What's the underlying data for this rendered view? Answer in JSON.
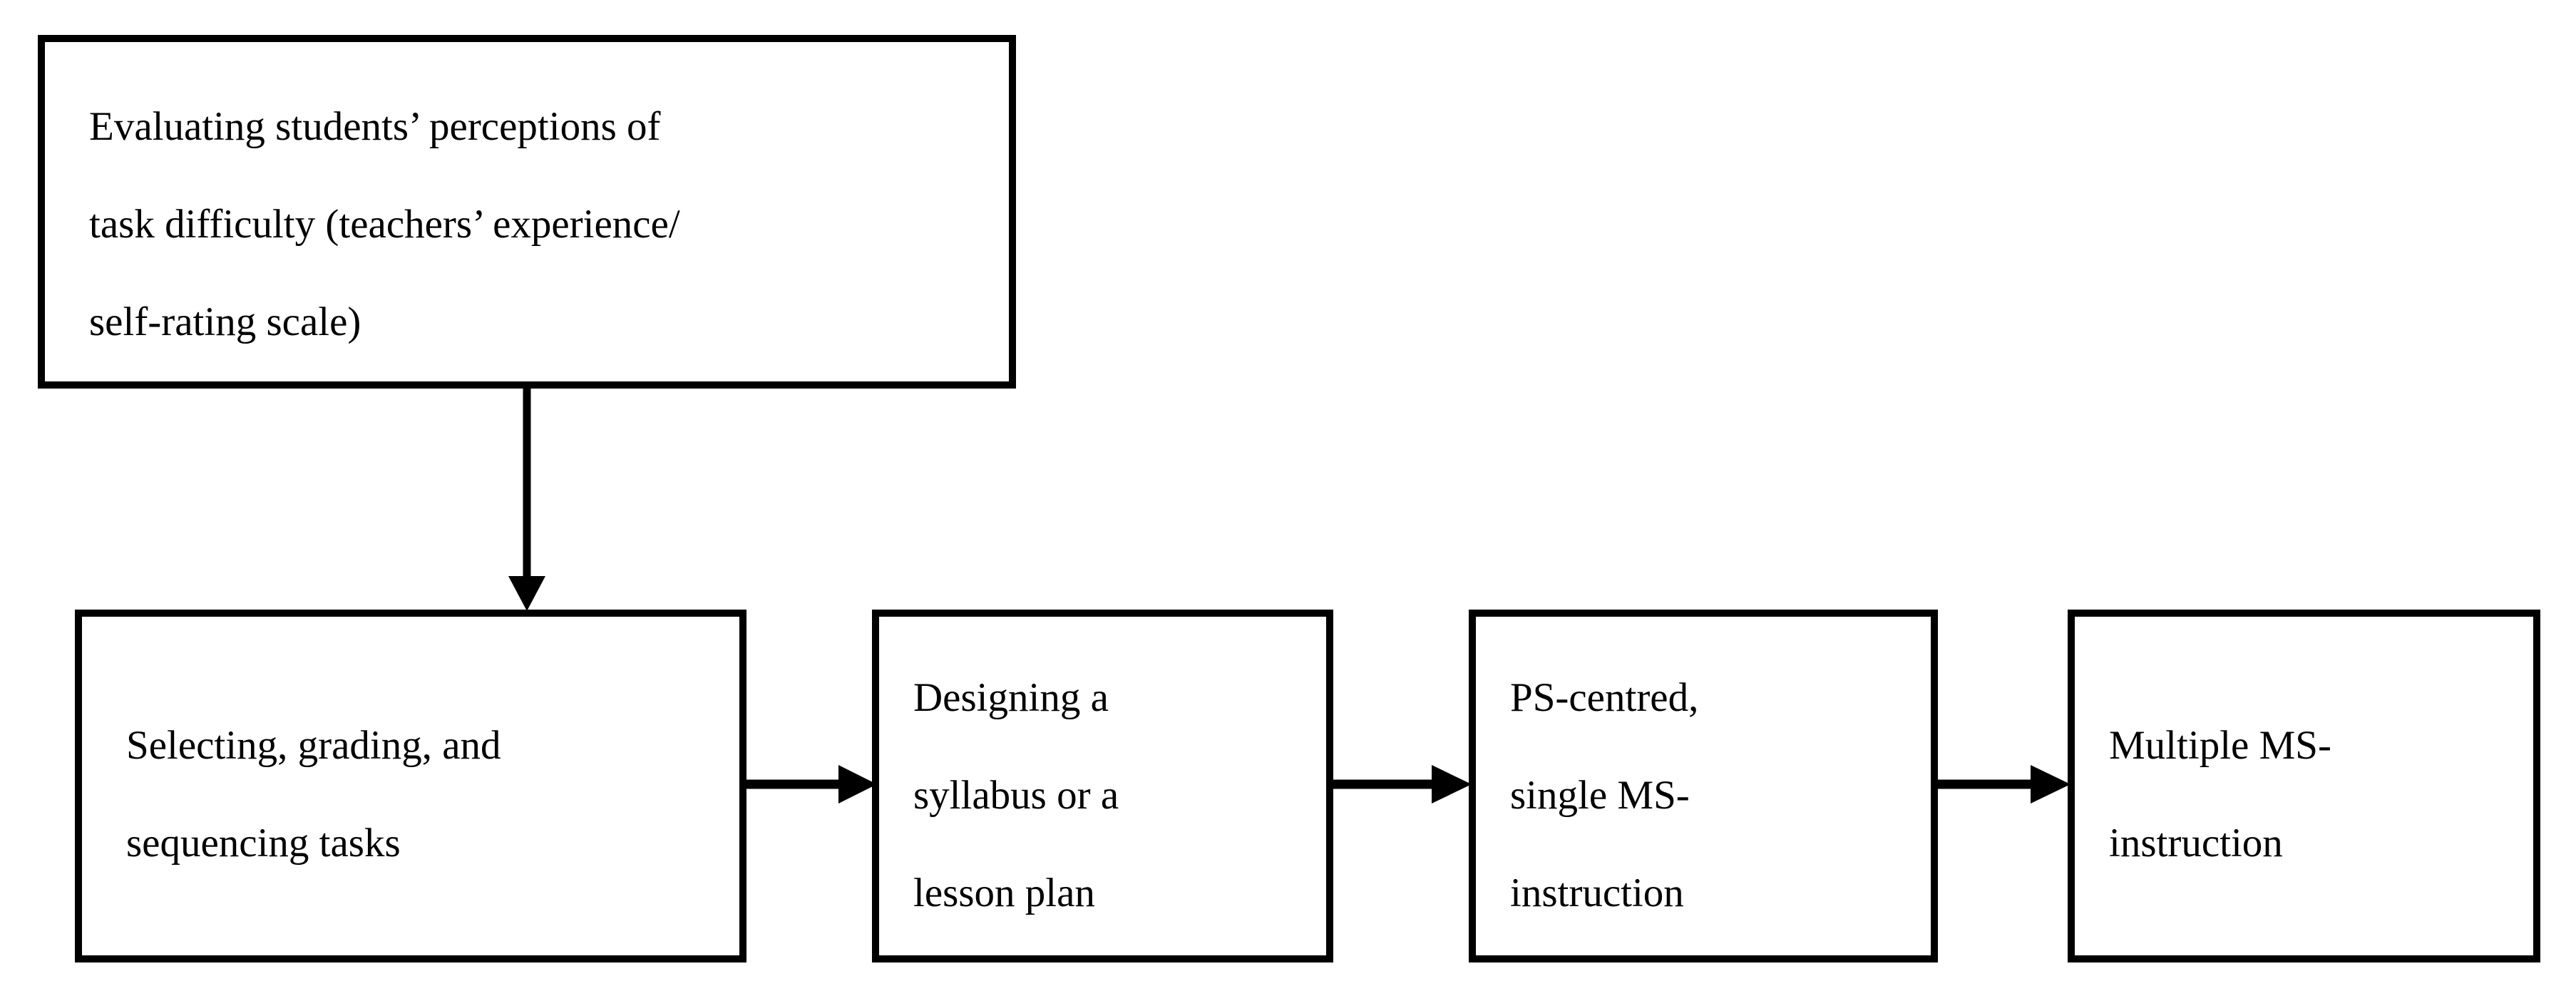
{
  "diagram": {
    "background_color": "#ffffff",
    "line_color": "#000000",
    "text_color": "#000000",
    "nodes": [
      {
        "id": "evaluating",
        "label": "Evaluating students’ perceptions of\ntask difficulty (teachers’ experience/\nself-rating scale)"
      },
      {
        "id": "selecting",
        "label": "Selecting, grading, and\nsequencing tasks"
      },
      {
        "id": "designing",
        "label": "Designing a\nsyllabus or a\nlesson plan"
      },
      {
        "id": "pscentred",
        "label": "PS-centred,\nsingle MS-\ninstruction"
      },
      {
        "id": "multiple",
        "label": "Multiple MS-\ninstruction"
      }
    ],
    "connectors": [
      {
        "id": "vertical-arrow",
        "from": "evaluating",
        "to": "selecting",
        "direction": "down"
      },
      {
        "id": "arrow-1",
        "from": "selecting",
        "to": "designing",
        "direction": "right"
      },
      {
        "id": "arrow-2",
        "from": "designing",
        "to": "pscentred",
        "direction": "right"
      },
      {
        "id": "arrow-3",
        "from": "pscentred",
        "to": "multiple",
        "direction": "right"
      }
    ]
  }
}
